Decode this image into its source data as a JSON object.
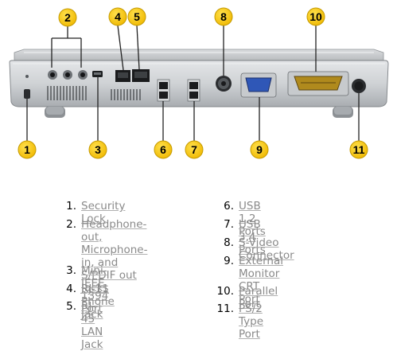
{
  "callouts": [
    "1",
    "2",
    "3",
    "4",
    "5",
    "6",
    "7",
    "8",
    "9",
    "10",
    "11"
  ],
  "legend": [
    {
      "num": "1.",
      "label": "Security Lock"
    },
    {
      "num": "2.",
      "label": "Headphone-out,\nMicrophone-in, and\nS/PDIF out Jacks"
    },
    {
      "num": "3.",
      "label": "Mini-IEEE 1394 Port"
    },
    {
      "num": "4.",
      "label": "RJ-11 Phone Jack"
    },
    {
      "num": "5.",
      "label": "RJ-45 LAN Jack"
    },
    {
      "num": "6.",
      "label": "USB 1,2 Ports"
    },
    {
      "num": "7.",
      "label": "USB 3,4 Ports"
    },
    {
      "num": "8.",
      "label": "S-Video Connector"
    },
    {
      "num": "9.",
      "label": "External Monitor CRT\nPort"
    },
    {
      "num": "10.",
      "label": "Parallel Port"
    },
    {
      "num": "11.",
      "label": "PS/2 Type Port"
    }
  ],
  "colors": {
    "badge": "#f5c400",
    "badge_border": "#c49a00",
    "chassis": "#d2d4d6",
    "chassis_dark": "#9ea2a6",
    "link": "#8a8a8a"
  }
}
